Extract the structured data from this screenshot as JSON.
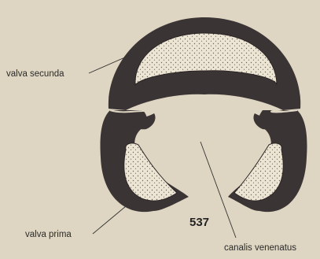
{
  "figure": {
    "number": "537",
    "labels": {
      "valva_secunda": "valva secunda",
      "valva_prima": "valva prima",
      "canalis_venenatus": "canalis venenatus"
    }
  },
  "colors": {
    "paper": "#ded6c2",
    "shell": "#3b3434",
    "stipple_fill": "#ece5d4",
    "stipple_dot": "#6b6258"
  }
}
